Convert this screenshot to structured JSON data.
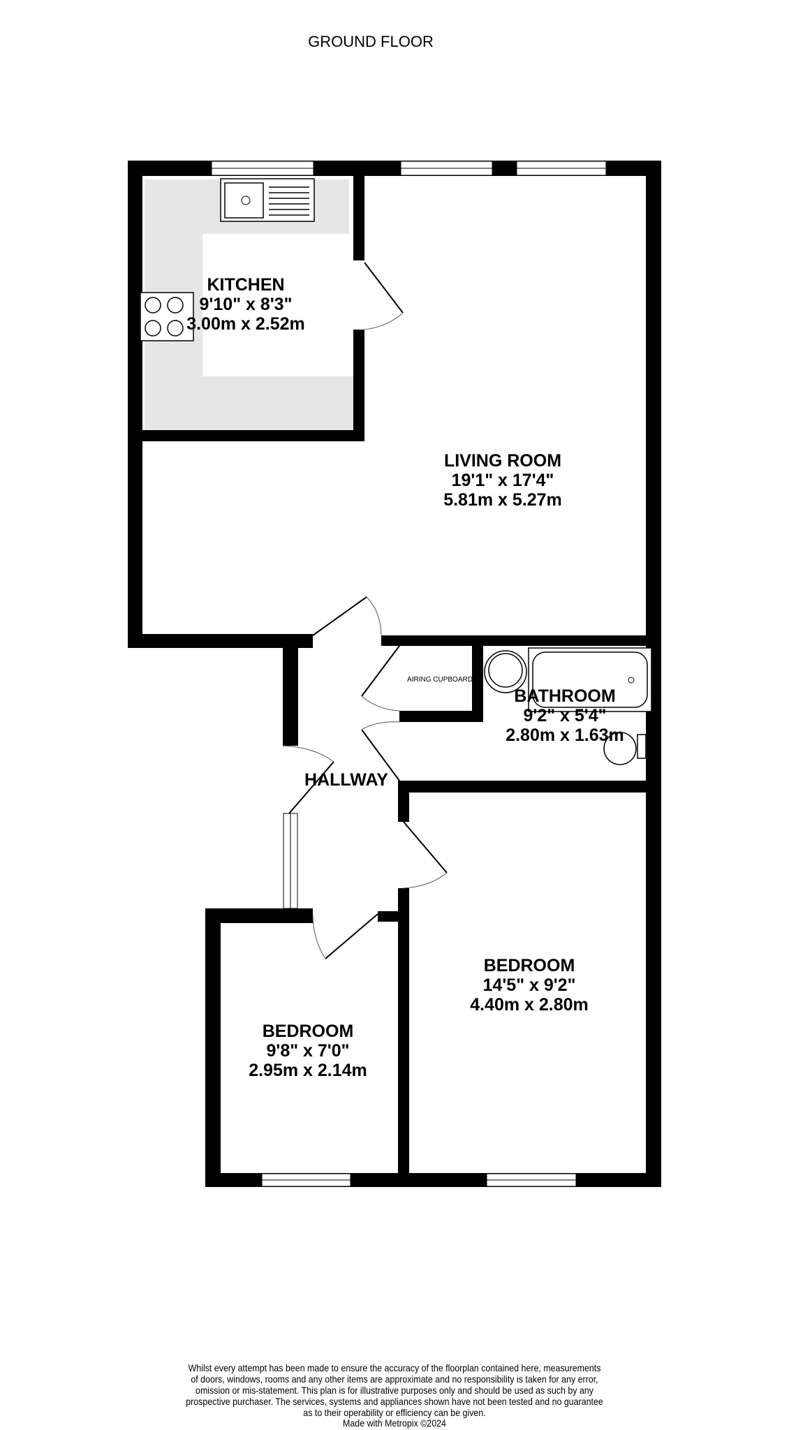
{
  "title": "GROUND FLOOR",
  "rooms": {
    "kitchen": {
      "name": "KITCHEN",
      "imperial": "9'10\"  x 8'3\"",
      "metric": "3.00m  x 2.52m"
    },
    "living": {
      "name": "LIVING ROOM",
      "imperial": "19'1\"  x 17'4\"",
      "metric": "5.81m  x 5.27m"
    },
    "airing": {
      "name": "AIRING CUPBOARD"
    },
    "bathroom": {
      "name": "BATHROOM",
      "imperial": "9'2\"  x 5'4\"",
      "metric": "2.80m  x 1.63m"
    },
    "hallway": {
      "name": "HALLWAY"
    },
    "bedroom_large": {
      "name": "BEDROOM",
      "imperial": "14'5\"  x 9'2\"",
      "metric": "4.40m  x 2.80m"
    },
    "bedroom_small": {
      "name": "BEDROOM",
      "imperial": "9'8\"  x 7'0\"",
      "metric": "2.95m  x 2.14m"
    }
  },
  "footer": {
    "lines": [
      "Whilst every attempt has been made to ensure the accuracy of the floorplan contained here, measurements",
      "of doors, windows, rooms and any other items are approximate and no responsibility is taken for any error,",
      "omission or mis-statement. This plan is for illustrative purposes only and should be used as such by any",
      "prospective purchaser. The services, systems and appliances shown have not been tested and no guarantee",
      "as to their operability or efficiency can be given."
    ],
    "credit": "Made with Metropix ©2024"
  },
  "colors": {
    "wall": "#000000",
    "counter": "#e6e6e6"
  }
}
